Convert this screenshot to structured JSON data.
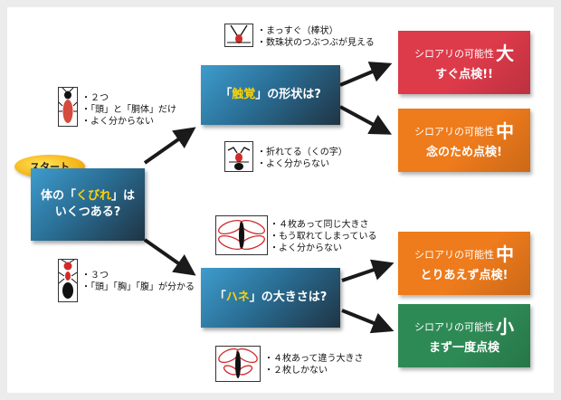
{
  "start": "スタート",
  "q1": {
    "line1_pre": "体の「",
    "line1_em": "くびれ",
    "line1_post": "」は",
    "line2": "いくつある?"
  },
  "q2": {
    "pre": "「",
    "em": "触覚",
    "post": "」の形状は?"
  },
  "q3": {
    "pre": "「",
    "em": "ハネ",
    "post": "」の大きさは?"
  },
  "notes": {
    "two": [
      "・２つ",
      "・「頭」と「胴体」だけ",
      "・よく分からない"
    ],
    "three": [
      "・３つ",
      "・「頭」「胸」「腹」が分かる"
    ],
    "straight": [
      "・まっすぐ（棒状）",
      "・数珠状のつぶつぶが見える"
    ],
    "bent": [
      "・折れてる（くの字）",
      "・よく分からない"
    ],
    "same": [
      "・４枚あって同じ大きさ",
      "・もう取れてしまっている",
      "・よく分からない"
    ],
    "diff": [
      "・４枚あって違う大きさ",
      "・２枚しかない"
    ]
  },
  "results": [
    {
      "prefix": "シロアリの可能性",
      "level": "大",
      "action": "すぐ点検!!",
      "color": "#dd3a4a"
    },
    {
      "prefix": "シロアリの可能性",
      "level": "中",
      "action": "念のため点検!",
      "color": "#ee7b1c"
    },
    {
      "prefix": "シロアリの可能性",
      "level": "中",
      "action": "とりあえず点検!",
      "color": "#ee7b1c"
    },
    {
      "prefix": "シロアリの可能性",
      "level": "小",
      "action": "まず一度点検",
      "color": "#2e8a55"
    }
  ],
  "icons": [
    "termite-icon",
    "ant-icon",
    "straight-antenna-icon",
    "bent-antenna-icon",
    "equal-wings-icon",
    "unequal-wings-icon"
  ]
}
